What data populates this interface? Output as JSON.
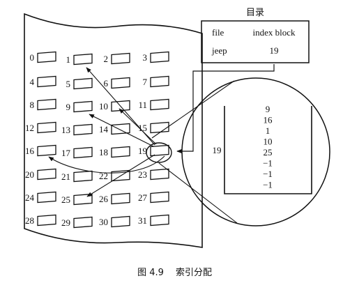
{
  "directory": {
    "title": "目录",
    "header_file": "file",
    "header_index": "index block",
    "row_file": "jeep",
    "row_index": "19"
  },
  "disk_blocks": [
    "0",
    "1",
    "2",
    "3",
    "4",
    "5",
    "6",
    "7",
    "8",
    "9",
    "10",
    "11",
    "12",
    "13",
    "14",
    "15",
    "16",
    "17",
    "18",
    "19",
    "20",
    "21",
    "22",
    "23",
    "24",
    "25",
    "26",
    "27",
    "28",
    "29",
    "30",
    "31"
  ],
  "index_block": {
    "label": "19",
    "entries": [
      "9",
      "16",
      "1",
      "10",
      "25",
      "−1",
      "−1",
      "−1"
    ]
  },
  "caption": {
    "figure": "图 4.9",
    "text": "索引分配"
  }
}
